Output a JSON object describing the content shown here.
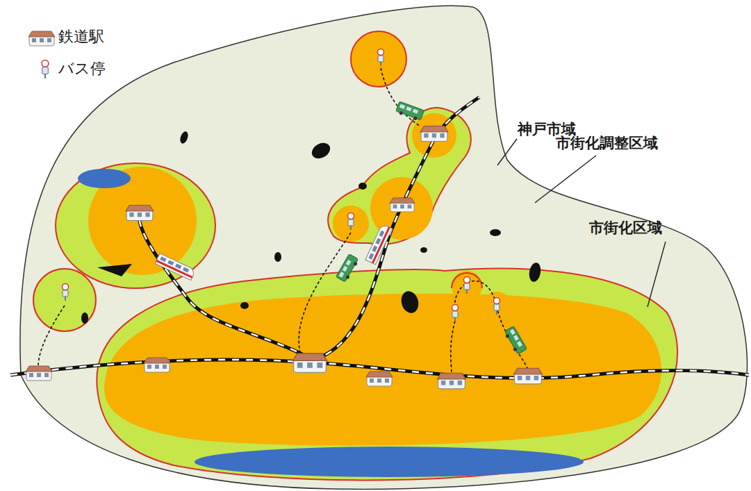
{
  "diagram": {
    "labels": [
      "神戸市域",
      "市街化調整区域",
      "市街化区域"
    ],
    "legend": [
      {
        "text": "鉄道駅"
      },
      {
        "text": "バス停"
      }
    ]
  }
}
